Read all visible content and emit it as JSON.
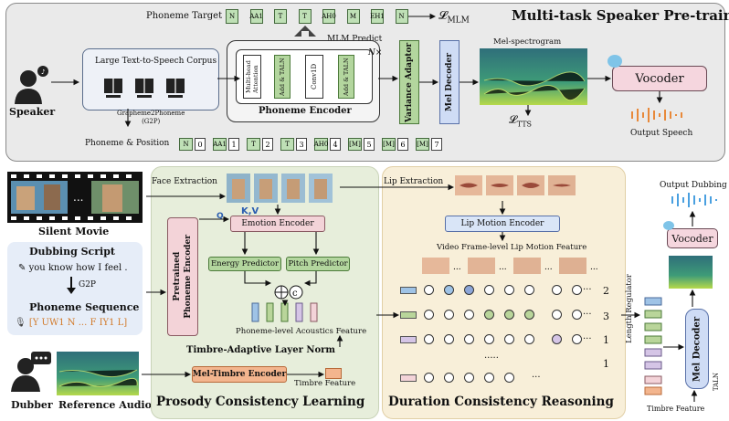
{
  "pretraining": {
    "title": "Multi-task Speaker Pre-training",
    "speaker_label": "Speaker",
    "corpus_label": "Large Text-to-Speech Corpus",
    "g2p_label": "Grapheme2Phoneme\n(G2P)",
    "phoneme_target_label": "Phoneme Target",
    "phoneme_targets": [
      "N",
      "AA1",
      "T",
      "T",
      "AH0",
      "M",
      "EH1",
      "N"
    ],
    "mlm_loss": "𝓛MLM",
    "mlm_predict": "MLM Predict",
    "nx": "N×",
    "blocks": [
      "Multi-head\nAttention",
      "Add & TALN",
      "Conv1D",
      "Add & TALN"
    ],
    "phoneme_encoder": "Phoneme Encoder",
    "variance_adaptor": "Variance Adaptor",
    "mel_decoder": "Mel Decoder",
    "mel_spectrogram": "Mel-spectrogram",
    "vocoder": "Vocoder",
    "output_speech": "Output Speech",
    "tts_loss": "𝓛TTS",
    "phoneme_position_label": "Phoneme & Position",
    "phoneme_seq": [
      "N",
      "AA1",
      "T",
      "T",
      "AH0",
      "[M]",
      "[M]",
      "[M]"
    ],
    "positions": [
      "0",
      "1",
      "2",
      "3",
      "4",
      "5",
      "6",
      "7"
    ]
  },
  "left": {
    "silent_movie": "Silent Movie",
    "dubbing_script": "Dubbing Script",
    "script_text": "you know how I feel .",
    "g2p": "G2P",
    "phoneme_sequence": "Phoneme Sequence",
    "phoneme_text": "[Y UW1 N ... F IY1 L]",
    "dubber": "Dubber",
    "reference_audio": "Reference Audio"
  },
  "prosody": {
    "face_extraction": "Face Extraction",
    "kv": "K,V",
    "q": "Q",
    "emotion_encoder": "Emotion Encoder",
    "energy_predictor": "Energy Predictor",
    "pitch_predictor": "Pitch Predictor",
    "pretrained_encoder": "Pretrained\nPhoneme Encoder",
    "acoustics_feature": "Phoneme-level Acoustics Feature",
    "taln": "Timbre-Adaptive Layer Norm",
    "mel_timbre_encoder": "Mel-Timbre Encoder",
    "timbre_feature": "Timbre Feature",
    "title": "Prosody Consistency Learning"
  },
  "duration": {
    "lip_extraction": "Lip Extraction",
    "lip_motion_encoder": "Lip Motion Encoder",
    "lip_feature": "Video Frame-level Lip Motion Feature",
    "counts": [
      "2",
      "3",
      "1",
      "1"
    ],
    "title": "Duration Consistency Reasoning"
  },
  "right": {
    "length_regulator": "Length Regulator",
    "output_dubbing": "Output Dubbing",
    "vocoder": "Vocoder",
    "mel_decoder": "Mel Decoder",
    "timbre_feature": "Timbre Feature",
    "taln": "TALN"
  }
}
